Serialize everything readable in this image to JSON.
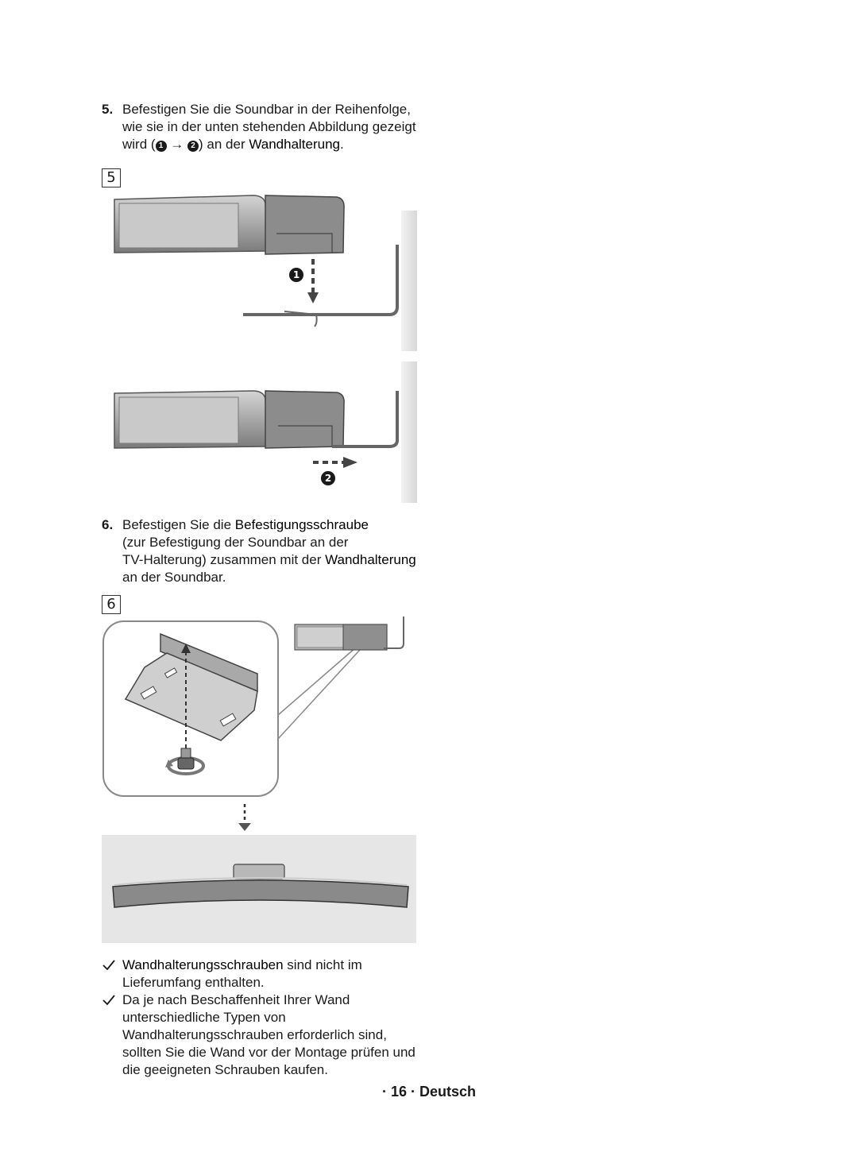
{
  "step5": {
    "number": "5.",
    "line1": "Befestigen Sie die Soundbar in der Reihenfolge,",
    "line2": "wie sie in der unten stehenden Abbildung gezeigt",
    "line3_pre": "wird (",
    "badge1": "1",
    "arrow": "→",
    "badge2": "2",
    "line3_mid": ") an der ",
    "bold": "Wandhalterung",
    "line3_end": "."
  },
  "figure5": {
    "label": "5",
    "callout1": "1",
    "callout2": "2"
  },
  "step6": {
    "number": "6.",
    "line1_pre": "Befestigen Sie die ",
    "bold1": "Befestigungsschraube",
    "line2": "(zur Befestigung der Soundbar an der",
    "line3_pre": "TV-Halterung) zusammen mit der ",
    "bold2": "Wandhalterung",
    "line4": "an der Soundbar."
  },
  "figure6": {
    "label": "6"
  },
  "notes": [
    {
      "bold": "Wandhalterungsschrauben",
      "rest": " sind nicht im",
      "line2": "Lieferumfang enthalten."
    },
    {
      "line1": "Da je nach Beschaffenheit Ihrer Wand",
      "line2": "unterschiedliche Typen von",
      "line3": "Wandhalterungsschrauben erforderlich sind,",
      "line4": "sollten Sie die Wand vor der Montage prüfen und",
      "line5": "die geeigneten Schrauben kaufen."
    }
  ],
  "footer": {
    "text": "· 16 · Deutsch"
  },
  "colors": {
    "text": "#1a1a1a",
    "panel": "#e6e6e6",
    "device": "#9a9a9a",
    "line": "#555555"
  }
}
